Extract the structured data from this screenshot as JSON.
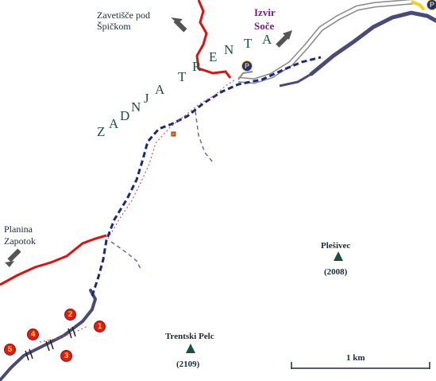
{
  "valley_name": {
    "letters": [
      "Z",
      "A",
      "D",
      "N",
      "J",
      "A",
      "T",
      "R",
      "E",
      "N",
      "T",
      "A"
    ]
  },
  "places": {
    "hut": {
      "line1": "Zavetišče pod",
      "line2": "Špičkom"
    },
    "source": {
      "line1": "Izvir",
      "line2": "Soče"
    },
    "pasture": {
      "line1": "Planina",
      "line2": "Zapotok"
    }
  },
  "peaks": [
    {
      "name": "Plešivec",
      "elevation": "(2008)"
    },
    {
      "name": "Trentski Pelc",
      "elevation": "(2109)"
    }
  ],
  "markers": [
    "1",
    "2",
    "3",
    "4",
    "5"
  ],
  "parking": {
    "symbol": "P"
  },
  "scale": {
    "label": "1 km"
  },
  "colors": {
    "river": "#4a4a78",
    "road": "#8a8a8a",
    "trail_red": "#e01010",
    "trail_dashed": "#1a2a7a",
    "dotted_path": "#e05040",
    "marker_fill": "#e81818",
    "marker_text": "#f5e020",
    "peak": "#1e5040",
    "source_text": "#7a1a86",
    "arrow": "#555555",
    "parking_fill": "#1a2aa0"
  }
}
